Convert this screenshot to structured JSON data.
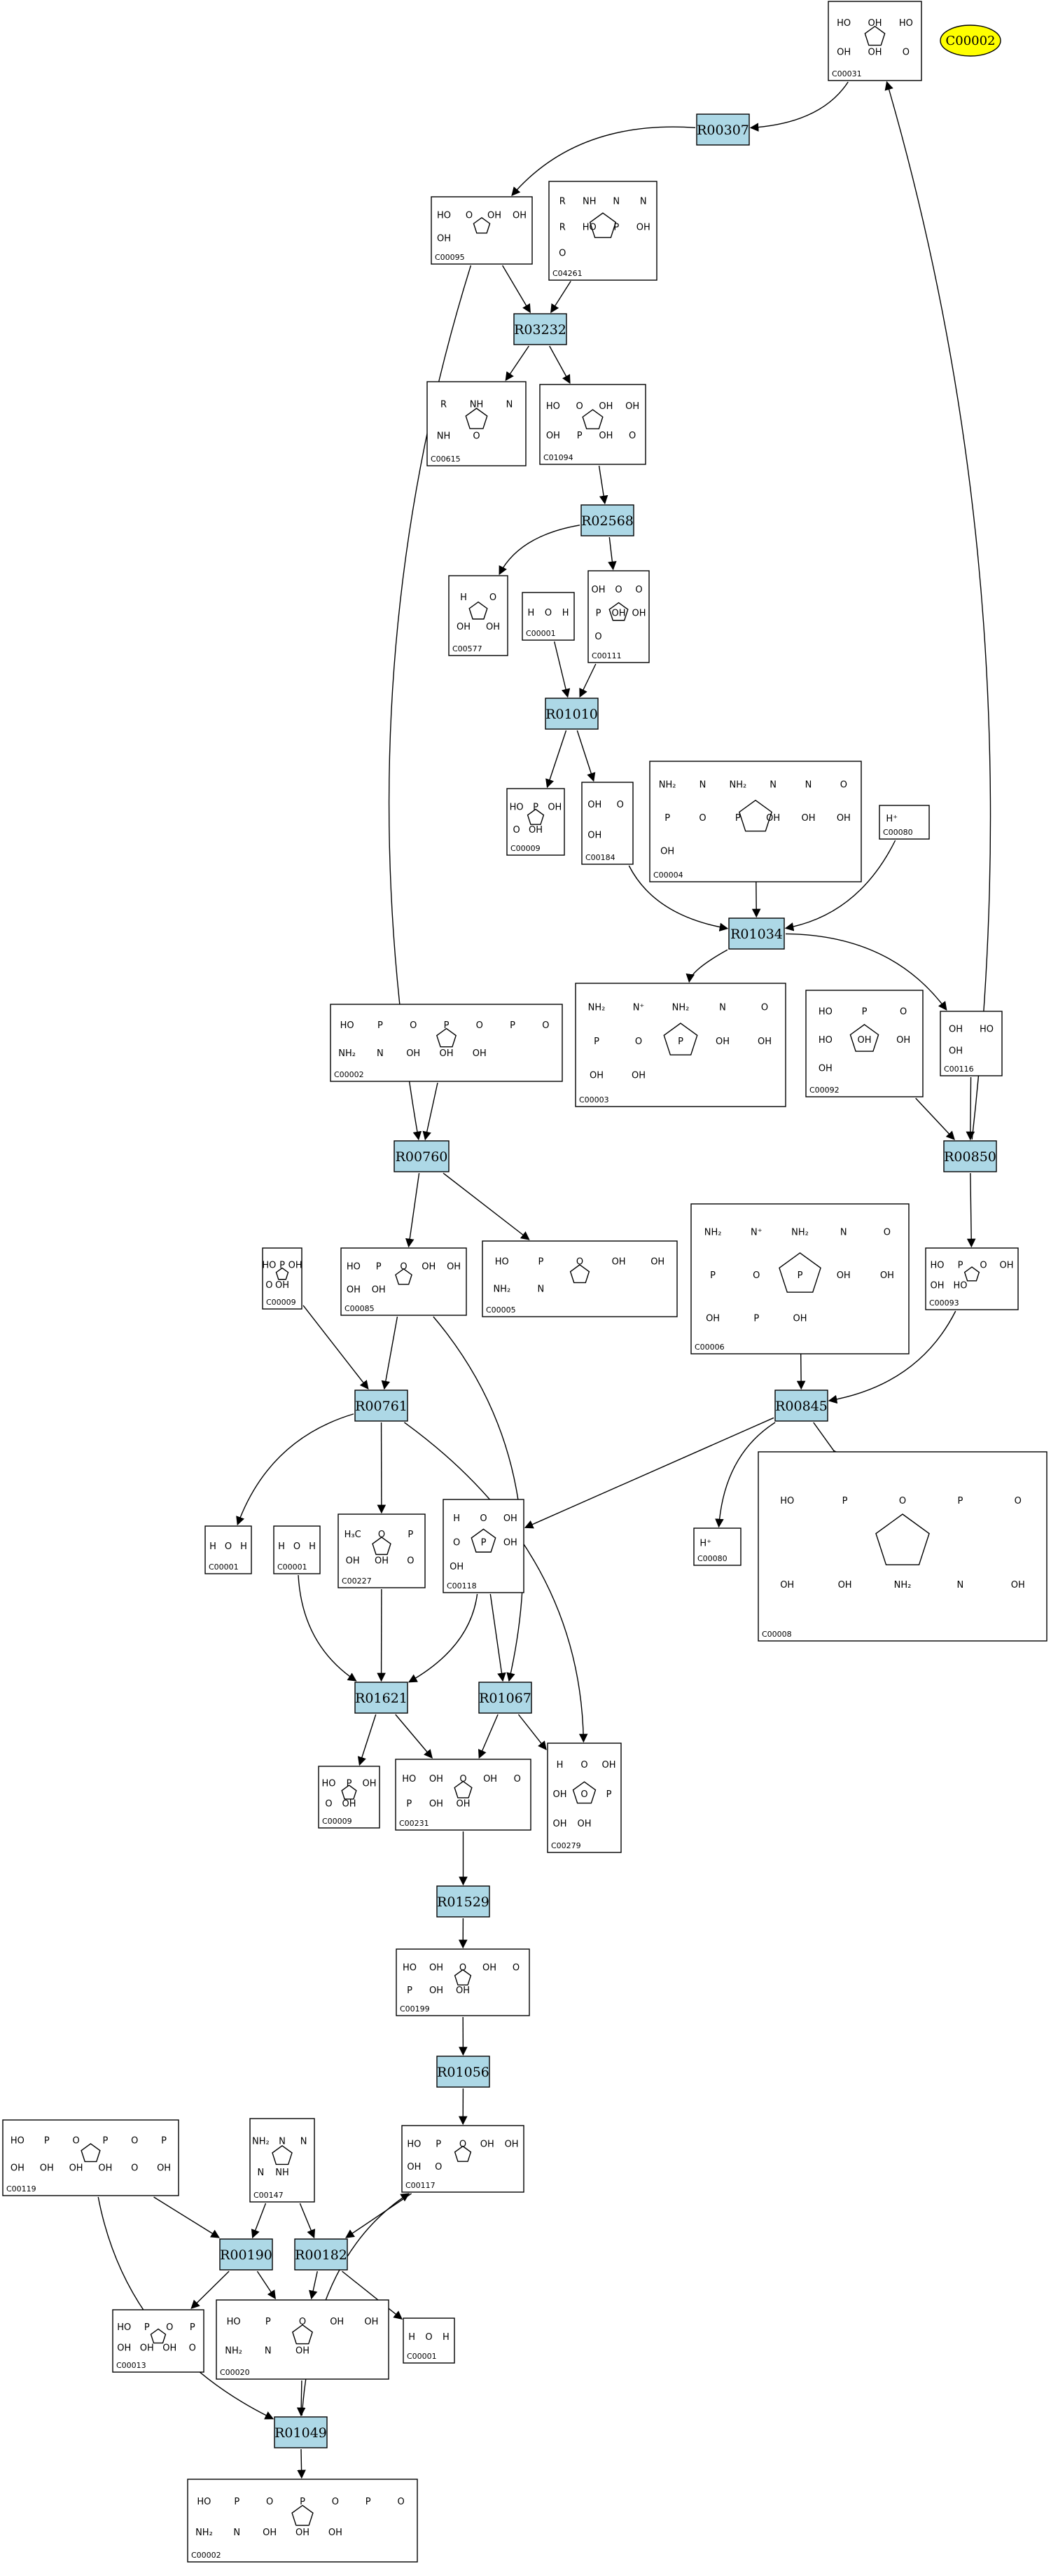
{
  "legend": {
    "label": "C00002",
    "color": "#ffff00"
  },
  "colors": {
    "reaction_fill": "#add8e6",
    "compound_fill": "#ffffff"
  },
  "reactions": [
    {
      "id": "R00307"
    },
    {
      "id": "R03232"
    },
    {
      "id": "R02568"
    },
    {
      "id": "R01010"
    },
    {
      "id": "R01034"
    },
    {
      "id": "R00760"
    },
    {
      "id": "R00850"
    },
    {
      "id": "R00761"
    },
    {
      "id": "R00845"
    },
    {
      "id": "R01621"
    },
    {
      "id": "R01067"
    },
    {
      "id": "R01529"
    },
    {
      "id": "R01056"
    },
    {
      "id": "R00190"
    },
    {
      "id": "R00182"
    },
    {
      "id": "R01049"
    }
  ],
  "compounds": [
    {
      "id": "C00031",
      "labels": [
        "HO",
        "OH",
        "HO",
        "OH",
        "OH",
        "O"
      ]
    },
    {
      "id": "C00095",
      "labels": [
        "HO",
        "O",
        "OH",
        "OH",
        "OH"
      ]
    },
    {
      "id": "C04261",
      "labels": [
        "R",
        "NH",
        "N",
        "N",
        "R",
        "HO",
        "P",
        "OH",
        "O"
      ]
    },
    {
      "id": "C00615",
      "labels": [
        "R",
        "NH",
        "N",
        "NH",
        "O"
      ]
    },
    {
      "id": "C01094",
      "labels": [
        "HO",
        "O",
        "OH",
        "OH",
        "OH",
        "P",
        "OH",
        "O"
      ]
    },
    {
      "id": "C00577",
      "labels": [
        "H",
        "O",
        "OH",
        "OH"
      ]
    },
    {
      "id": "C00001",
      "labels": [
        "H",
        "O",
        "H"
      ]
    },
    {
      "id": "C00111",
      "labels": [
        "OH",
        "O",
        "O",
        "P",
        "OH",
        "OH",
        "O"
      ]
    },
    {
      "id": "C00009",
      "labels": [
        "HO",
        "P",
        "OH",
        "O",
        "OH"
      ]
    },
    {
      "id": "C00184",
      "labels": [
        "OH",
        "O",
        "OH"
      ]
    },
    {
      "id": "C00004",
      "labels": [
        "NH₂",
        "N",
        "NH₂",
        "N",
        "N",
        "O",
        "P",
        "O",
        "P",
        "OH",
        "OH",
        "OH",
        "OH"
      ]
    },
    {
      "id": "C00080",
      "labels": [
        "H⁺"
      ]
    },
    {
      "id": "C00002",
      "labels": [
        "HO",
        "P",
        "O",
        "P",
        "O",
        "P",
        "O",
        "NH₂",
        "N",
        "OH",
        "OH",
        "OH"
      ]
    },
    {
      "id": "C00003",
      "labels": [
        "NH₂",
        "N⁺",
        "NH₂",
        "N",
        "O",
        "P",
        "O",
        "P",
        "OH",
        "OH",
        "OH",
        "OH"
      ]
    },
    {
      "id": "C00092",
      "labels": [
        "HO",
        "P",
        "O",
        "HO",
        "OH",
        "OH",
        "OH"
      ]
    },
    {
      "id": "C00116",
      "labels": [
        "OH",
        "HO",
        "OH"
      ]
    },
    {
      "id": "C00085",
      "labels": [
        "HO",
        "P",
        "O",
        "OH",
        "OH",
        "OH",
        "OH"
      ]
    },
    {
      "id": "C00005",
      "labels": [
        "HO",
        "P",
        "O",
        "OH",
        "OH",
        "NH₂",
        "N"
      ]
    },
    {
      "id": "C00006",
      "labels": [
        "NH₂",
        "N⁺",
        "NH₂",
        "N",
        "O",
        "P",
        "O",
        "P",
        "OH",
        "OH",
        "OH",
        "P",
        "OH"
      ]
    },
    {
      "id": "C00093",
      "labels": [
        "HO",
        "P",
        "O",
        "OH",
        "OH",
        "HO"
      ]
    },
    {
      "id": "C00227",
      "labels": [
        "H₃C",
        "O",
        "P",
        "OH",
        "OH",
        "O"
      ]
    },
    {
      "id": "C00118",
      "labels": [
        "H",
        "O",
        "OH",
        "O",
        "P",
        "OH",
        "OH"
      ]
    },
    {
      "id": "C00231",
      "labels": [
        "HO",
        "OH",
        "O",
        "OH",
        "O",
        "P",
        "OH",
        "OH"
      ]
    },
    {
      "id": "C00279",
      "labels": [
        "H",
        "O",
        "OH",
        "OH",
        "O",
        "P",
        "OH",
        "OH"
      ]
    },
    {
      "id": "C00199",
      "labels": [
        "HO",
        "OH",
        "O",
        "OH",
        "O",
        "P",
        "OH",
        "OH"
      ]
    },
    {
      "id": "C00119",
      "labels": [
        "HO",
        "P",
        "O",
        "P",
        "O",
        "P",
        "OH",
        "OH",
        "OH",
        "OH",
        "O",
        "OH"
      ]
    },
    {
      "id": "C00147",
      "labels": [
        "NH₂",
        "N",
        "N",
        "N",
        "NH"
      ]
    },
    {
      "id": "C00117",
      "labels": [
        "HO",
        "P",
        "O",
        "OH",
        "OH",
        "OH",
        "O"
      ]
    },
    {
      "id": "C00013",
      "labels": [
        "HO",
        "P",
        "O",
        "P",
        "OH",
        "OH",
        "OH",
        "O"
      ]
    },
    {
      "id": "C00020",
      "labels": [
        "HO",
        "P",
        "O",
        "OH",
        "OH",
        "NH₂",
        "N",
        "OH"
      ]
    },
    {
      "id": "C00008",
      "labels": [
        "HO",
        "P",
        "O",
        "P",
        "O",
        "OH",
        "OH",
        "NH₂",
        "N",
        "OH"
      ]
    }
  ]
}
